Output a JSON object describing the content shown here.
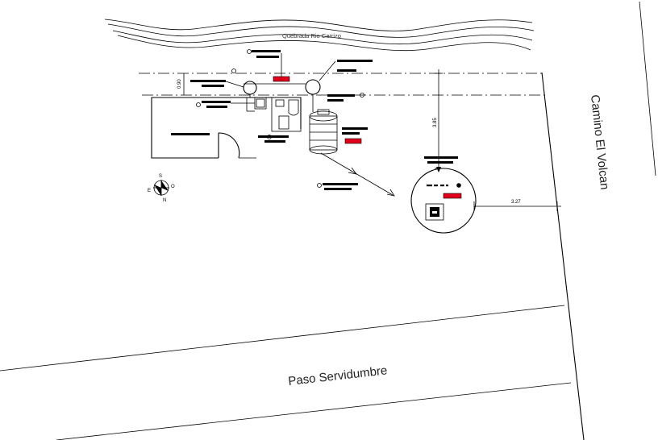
{
  "labels": {
    "river": "Quebrada Rio Carrizo",
    "road_right": "Camino El Volcan",
    "road_bottom": "Paso Servidumbre",
    "dim_vertical": "3.85",
    "dim_horizontal": "3.27",
    "dim_left": "0.90"
  },
  "compass": {
    "north": "N",
    "south": "S",
    "east": "E",
    "west": "O"
  },
  "colors": {
    "lines": "#000000",
    "highlight": "#e0001b",
    "background": "#ffffff"
  }
}
